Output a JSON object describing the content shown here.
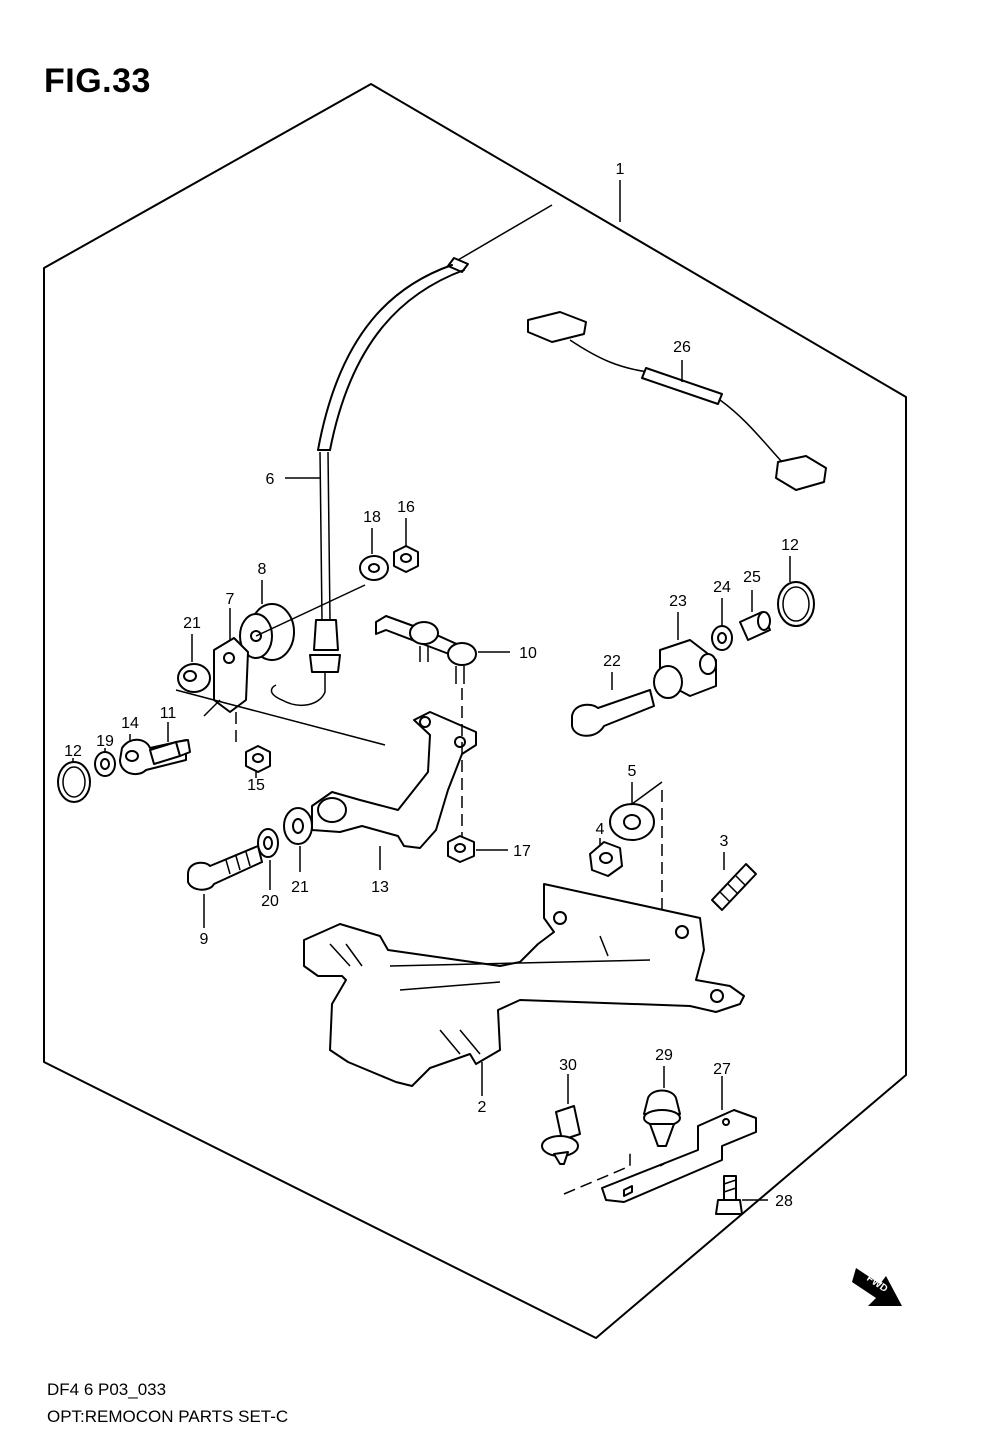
{
  "figure": {
    "title": "FIG.33",
    "code": "DF4 6 P03_033",
    "caption": "OPT:REMOCON PARTS SET-C",
    "fwd_label": "FWD"
  },
  "callouts": [
    {
      "id": "c1",
      "label": "1"
    },
    {
      "id": "c2",
      "label": "2"
    },
    {
      "id": "c3",
      "label": "3"
    },
    {
      "id": "c4",
      "label": "4"
    },
    {
      "id": "c5",
      "label": "5"
    },
    {
      "id": "c6",
      "label": "6"
    },
    {
      "id": "c7",
      "label": "7"
    },
    {
      "id": "c8",
      "label": "8"
    },
    {
      "id": "c9",
      "label": "9"
    },
    {
      "id": "c10",
      "label": "10"
    },
    {
      "id": "c11",
      "label": "11"
    },
    {
      "id": "c12a",
      "label": "12"
    },
    {
      "id": "c12b",
      "label": "12"
    },
    {
      "id": "c13",
      "label": "13"
    },
    {
      "id": "c14",
      "label": "14"
    },
    {
      "id": "c15",
      "label": "15"
    },
    {
      "id": "c16",
      "label": "16"
    },
    {
      "id": "c17",
      "label": "17"
    },
    {
      "id": "c18",
      "label": "18"
    },
    {
      "id": "c19",
      "label": "19"
    },
    {
      "id": "c20",
      "label": "20"
    },
    {
      "id": "c21a",
      "label": "21"
    },
    {
      "id": "c21b",
      "label": "21"
    },
    {
      "id": "c22",
      "label": "22"
    },
    {
      "id": "c23",
      "label": "23"
    },
    {
      "id": "c24",
      "label": "24"
    },
    {
      "id": "c25",
      "label": "25"
    },
    {
      "id": "c26",
      "label": "26"
    },
    {
      "id": "c27",
      "label": "27"
    },
    {
      "id": "c28",
      "label": "28"
    },
    {
      "id": "c29",
      "label": "29"
    },
    {
      "id": "c30",
      "label": "30"
    }
  ]
}
